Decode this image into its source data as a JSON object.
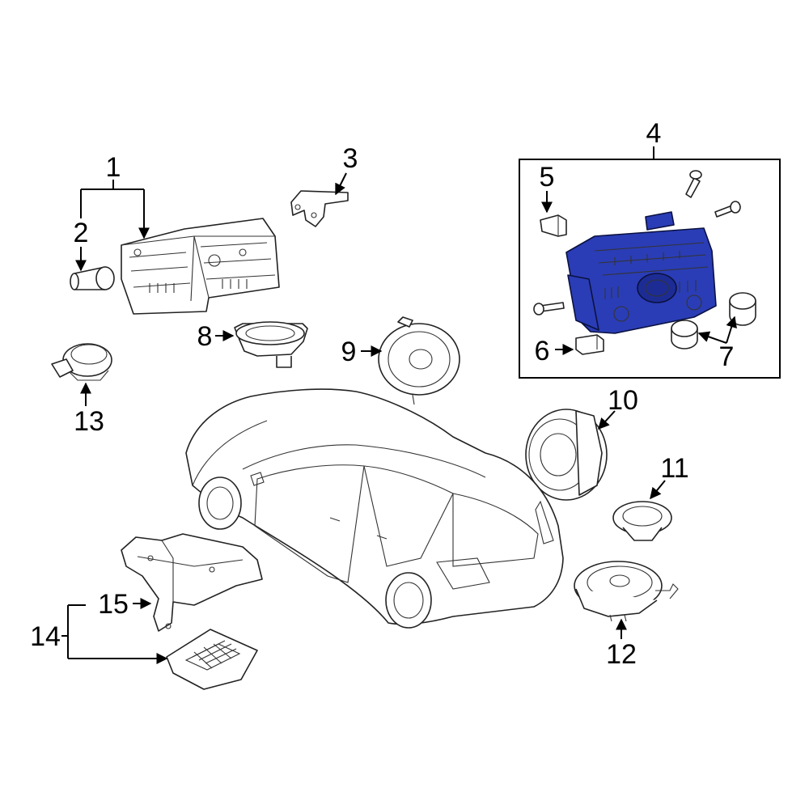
{
  "diagram": {
    "highlight_color": "#2a3db6",
    "callouts": {
      "c1": "1",
      "c2": "2",
      "c3": "3",
      "c4": "4",
      "c5": "5",
      "c6": "6",
      "c7": "7",
      "c8": "8",
      "c9": "9",
      "c10": "10",
      "c11": "11",
      "c12": "12",
      "c13": "13",
      "c14": "14",
      "c15": "15"
    }
  }
}
